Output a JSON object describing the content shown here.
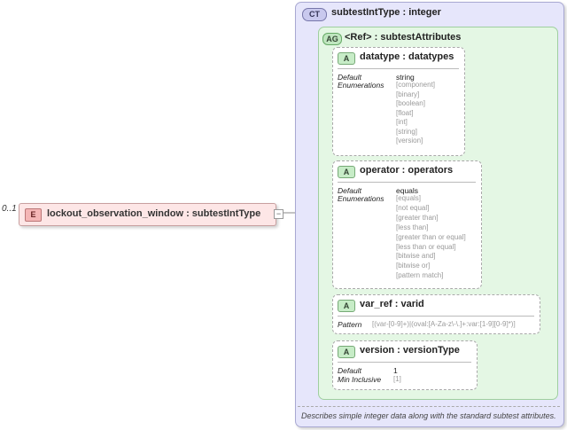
{
  "element": {
    "multiplicity": "0..1",
    "badge": "E",
    "label": "lockout_observation_window : subtestIntType",
    "toggle": "−"
  },
  "complex_type": {
    "badge": "CT",
    "label": "subtestIntType : integer",
    "documentation": "Describes simple integer data along with the standard subtest attributes."
  },
  "attribute_group": {
    "badge": "AG",
    "label": "<Ref>      : subtestAttributes"
  },
  "attributes": {
    "datatype": {
      "badge": "A",
      "label": "datatype  : datatypes",
      "default_label": "Default",
      "default_value": "string",
      "enumerations_label": "Enumerations",
      "enumerations": [
        "[component]",
        "[binary]",
        "[boolean]",
        "[float]",
        "[int]",
        "[string]",
        "[version]"
      ]
    },
    "operator": {
      "badge": "A",
      "label": "operator  : operators",
      "default_label": "Default",
      "default_value": "equals",
      "enumerations_label": "Enumerations",
      "enumerations": [
        "[equals]",
        "[not equal]",
        "[greater than]",
        "[less than]",
        "[greater than or equal]",
        "[less than or equal]",
        "[bitwise and]",
        "[bitwise or]",
        "[pattern match]"
      ]
    },
    "var_ref": {
      "badge": "A",
      "label": "var_ref    : varid",
      "pattern_label": "Pattern",
      "pattern_value": "[(var-[0-9]+)|(oval:[A-Za-z\\-\\.]+:var:[1-9][0-9]*)]"
    },
    "version": {
      "badge": "A",
      "label": "version    : versionType",
      "default_label": "Default",
      "default_value": "1",
      "min_inclusive_label": "Min Inclusive",
      "min_inclusive_value": "[1]"
    }
  }
}
